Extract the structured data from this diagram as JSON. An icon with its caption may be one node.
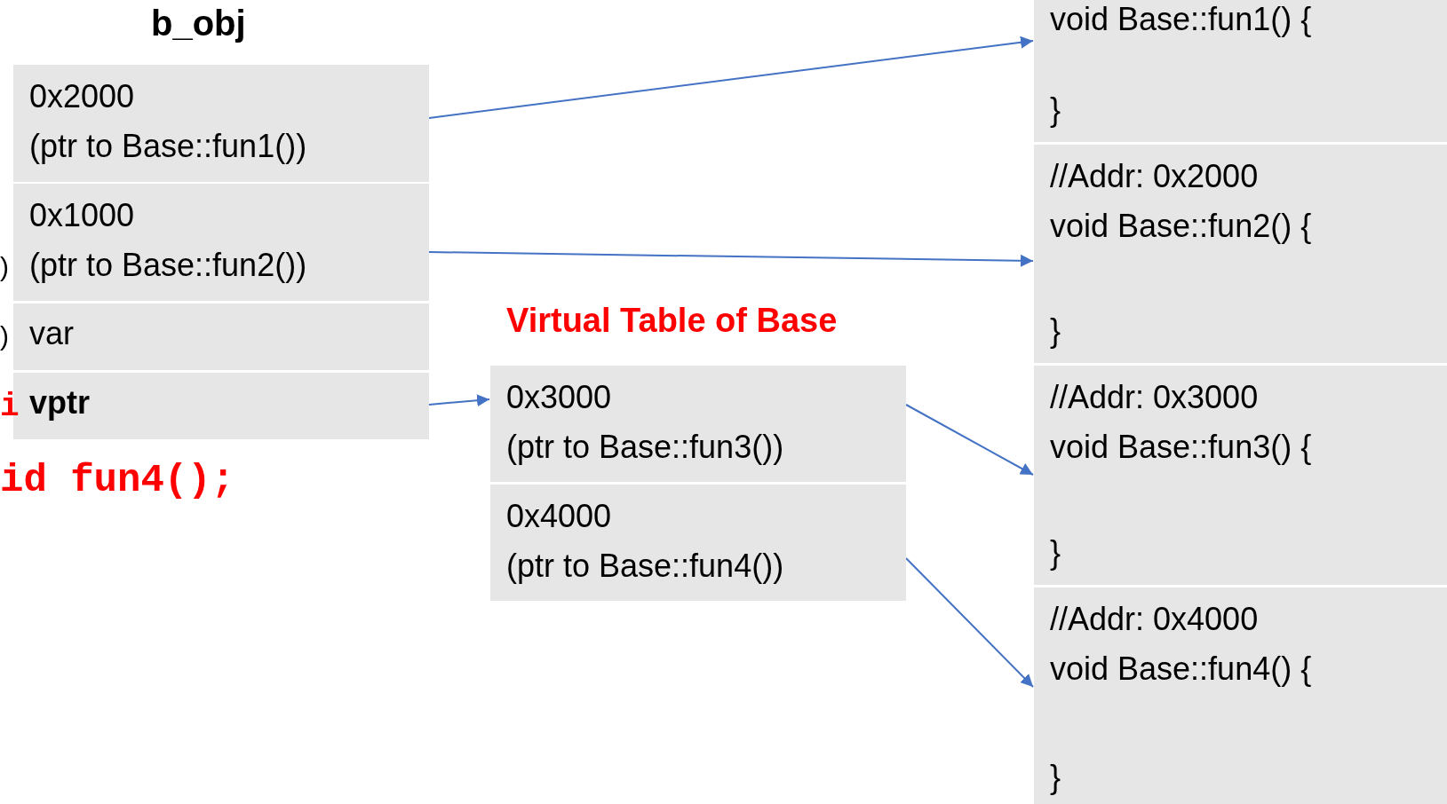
{
  "diagram": {
    "nodes": [
      {
        "text": [
          "0x2000",
          "(ptr to Base::fun1())"
        ]
      },
      {
        "text": [
          "0x1000",
          "(ptr to Base::fun2())"
        ]
      },
      {
        "text": [
          "var"
        ]
      },
      {
        "text": [
          "vptr"
        ]
      },
      {
        "text": [
          "0x3000",
          "(ptr to Base::fun3())"
        ]
      },
      {
        "text": [
          "0x4000",
          "(ptr to Base::fun4())"
        ]
      },
      {
        "text": [
          "void Base::fun1() {",
          "}"
        ]
      },
      {
        "text": [
          "//Addr: 0x2000",
          "void Base::fun2() {",
          "}"
        ]
      },
      {
        "text": [
          "//Addr: 0x3000",
          "void Base::fun3() {",
          "}"
        ]
      },
      {
        "text": [
          "//Addr: 0x4000",
          "void Base::fun4() {",
          "}"
        ]
      }
    ],
    "edges": [
      {
        "from": 0,
        "to": 6,
        "arrow": "to"
      },
      {
        "from": 1,
        "to": 7,
        "arrow": "to"
      },
      {
        "from": 3,
        "to": 4,
        "arrow": "to"
      },
      {
        "from": 4,
        "to": 8,
        "arrow": "to"
      },
      {
        "from": 5,
        "to": 9,
        "arrow": "to"
      }
    ],
    "labels": [
      "b_obj",
      ")",
      ")",
      "Virtual Table of Base",
      "i",
      "id fun4();"
    ]
  }
}
